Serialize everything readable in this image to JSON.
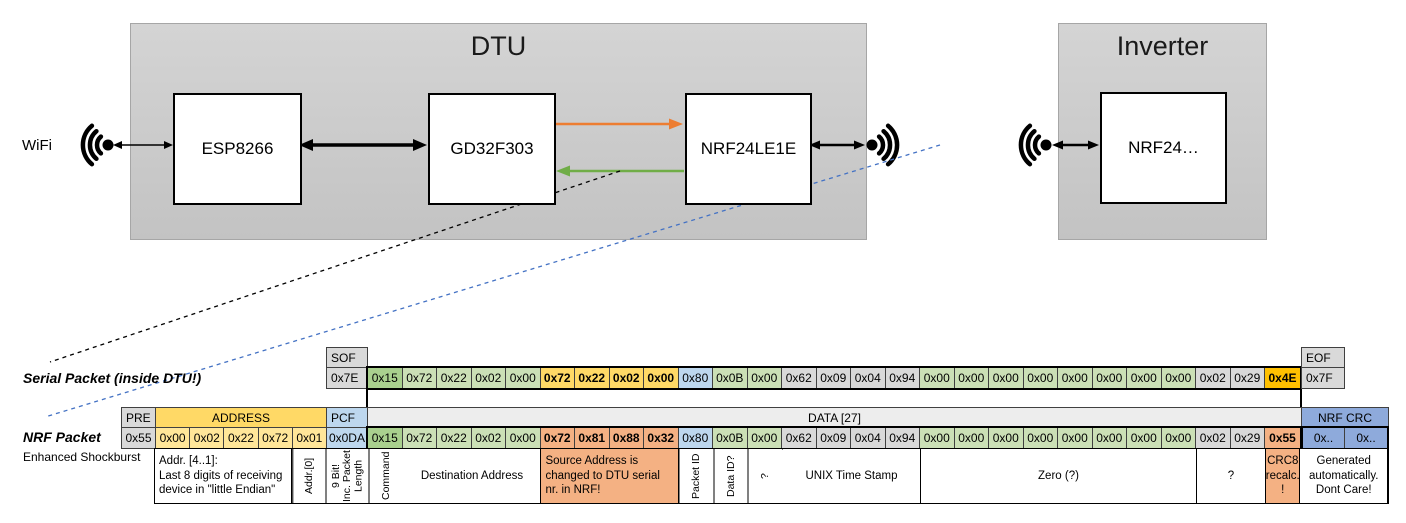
{
  "diagram": {
    "wifi_label": "WiFi",
    "dtu": {
      "label": "DTU",
      "components": {
        "esp": "ESP8266",
        "gd": "GD32F303",
        "nrf": "NRF24LE1E"
      }
    },
    "inverter": {
      "label": "Inverter",
      "components": {
        "nrf": "NRF24…"
      }
    },
    "colors": {
      "orange_arrow": "#ED7D31",
      "green_arrow": "#70AD47",
      "blue_dashed": "#4472C4",
      "box_gray": "#C9C9C9"
    }
  },
  "serial": {
    "label": "Serial Packet (inside DTU!)",
    "sof": {
      "header": "SOF",
      "value": "0x7E"
    },
    "eof": {
      "header": "EOF",
      "value": "0x7F"
    },
    "data": [
      {
        "v": "0x15",
        "c": "greenD"
      },
      {
        "v": "0x72",
        "c": "green"
      },
      {
        "v": "0x22",
        "c": "green"
      },
      {
        "v": "0x02",
        "c": "green"
      },
      {
        "v": "0x00",
        "c": "green"
      },
      {
        "v": "0x72",
        "c": "gold",
        "b": true
      },
      {
        "v": "0x22",
        "c": "gold",
        "b": true
      },
      {
        "v": "0x02",
        "c": "gold",
        "b": true
      },
      {
        "v": "0x00",
        "c": "gold",
        "b": true
      },
      {
        "v": "0x80",
        "c": "blue"
      },
      {
        "v": "0x0B",
        "c": "green"
      },
      {
        "v": "0x00",
        "c": "green"
      },
      {
        "v": "0x62",
        "c": "gray"
      },
      {
        "v": "0x09",
        "c": "gray"
      },
      {
        "v": "0x04",
        "c": "gray"
      },
      {
        "v": "0x94",
        "c": "gray"
      },
      {
        "v": "0x00",
        "c": "green"
      },
      {
        "v": "0x00",
        "c": "green"
      },
      {
        "v": "0x00",
        "c": "green"
      },
      {
        "v": "0x00",
        "c": "green"
      },
      {
        "v": "0x00",
        "c": "green"
      },
      {
        "v": "0x00",
        "c": "green"
      },
      {
        "v": "0x00",
        "c": "green"
      },
      {
        "v": "0x00",
        "c": "green"
      },
      {
        "v": "0x02",
        "c": "gray"
      },
      {
        "v": "0x29",
        "c": "gray"
      },
      {
        "v": "0x4E",
        "c": "amber",
        "b": true
      }
    ]
  },
  "nrf": {
    "label": "NRF Packet",
    "sublabel": "Enhanced Shockburst",
    "pre": {
      "header": "PRE",
      "value": "0x55"
    },
    "address": {
      "header": "ADDRESS",
      "values": [
        "0x00",
        "0x02",
        "0x22",
        "0x72",
        "0x01"
      ]
    },
    "pcf": {
      "header": "PCF",
      "value": "0x0DA"
    },
    "data_header": "DATA [27]",
    "data": [
      {
        "v": "0x15",
        "c": "greenD"
      },
      {
        "v": "0x72",
        "c": "green"
      },
      {
        "v": "0x22",
        "c": "green"
      },
      {
        "v": "0x02",
        "c": "green"
      },
      {
        "v": "0x00",
        "c": "green"
      },
      {
        "v": "0x72",
        "c": "salmon",
        "b": true
      },
      {
        "v": "0x81",
        "c": "salmon",
        "b": true
      },
      {
        "v": "0x88",
        "c": "salmon",
        "b": true
      },
      {
        "v": "0x32",
        "c": "salmon",
        "b": true
      },
      {
        "v": "0x80",
        "c": "blue"
      },
      {
        "v": "0x0B",
        "c": "green"
      },
      {
        "v": "0x00",
        "c": "green"
      },
      {
        "v": "0x62",
        "c": "gray"
      },
      {
        "v": "0x09",
        "c": "gray"
      },
      {
        "v": "0x04",
        "c": "gray"
      },
      {
        "v": "0x94",
        "c": "gray"
      },
      {
        "v": "0x00",
        "c": "green"
      },
      {
        "v": "0x00",
        "c": "green"
      },
      {
        "v": "0x00",
        "c": "green"
      },
      {
        "v": "0x00",
        "c": "green"
      },
      {
        "v": "0x00",
        "c": "green"
      },
      {
        "v": "0x00",
        "c": "green"
      },
      {
        "v": "0x00",
        "c": "green"
      },
      {
        "v": "0x00",
        "c": "green"
      },
      {
        "v": "0x02",
        "c": "gray"
      },
      {
        "v": "0x29",
        "c": "gray"
      },
      {
        "v": "0x55",
        "c": "salmon",
        "b": true
      }
    ],
    "crc": {
      "header": "NRF CRC",
      "values": [
        "0x..",
        "0x.."
      ]
    },
    "annotations": [
      {
        "label": "Addr. [4..1]:\nLast 8 digits of receiving\ndevice in \"little Endian\"",
        "zone": "addr",
        "cells": 4,
        "align": "left"
      },
      {
        "label": "Addr.[0]",
        "zone": "addr",
        "cells": 1,
        "rot": true
      },
      {
        "label": "9 Bit!\nInc. Packet\nLength",
        "zone": "pcf",
        "cells": 1,
        "rot": true
      },
      {
        "label": "Command",
        "zone": "data",
        "cells": 1,
        "rot": true
      },
      {
        "label": "Destination Address",
        "zone": "data",
        "cells": 4
      },
      {
        "label": "Source Address is\nchanged to DTU serial\nnr. in NRF!",
        "zone": "data",
        "cells": 4,
        "bg": "salmon",
        "align": "left"
      },
      {
        "label": "Packet ID",
        "zone": "data",
        "cells": 1,
        "rot": true
      },
      {
        "label": "Data ID?",
        "zone": "data",
        "cells": 1,
        "rot": true
      },
      {
        "label": "?",
        "zone": "data",
        "cells": 1,
        "rot": true
      },
      {
        "label": "UNIX Time Stamp",
        "zone": "data",
        "cells": 4
      },
      {
        "label": "Zero (?)",
        "zone": "data",
        "cells": 8
      },
      {
        "label": "?",
        "zone": "data",
        "cells": 2
      },
      {
        "label": "CRC8\nrecalc.\n!",
        "zone": "data",
        "cells": 1,
        "bg": "salmon"
      },
      {
        "label": "Generated\nautomatically.\nDont Care!",
        "zone": "crc",
        "cells": 2
      }
    ]
  }
}
